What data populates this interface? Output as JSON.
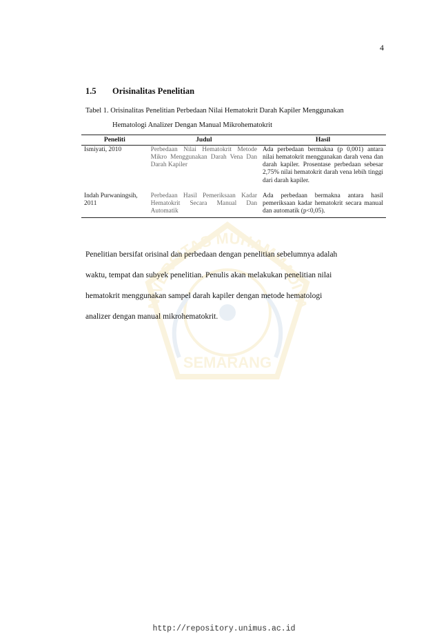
{
  "page": {
    "number": "4"
  },
  "section": {
    "number": "1.5",
    "title": "Orisinalitas Penelitian"
  },
  "table_caption": {
    "line1": "Tabel 1. Orisinalitas Penelitian Perbedaan Nilai Hematokrit Darah Kapiler Menggunakan",
    "line2": "Hematologi Analizer Dengan Manual Mikrohematokrit"
  },
  "table": {
    "headers": [
      "Peneliti",
      "Judul",
      "Hasil"
    ],
    "rows": [
      {
        "peneliti": "Ismiyati, 2010",
        "judul": "Perbedaan Nilai Hematokrit Metode Mikro Menggunakan Darah Vena Dan Darah Kapiler",
        "hasil": "Ada perbedaan bermakna (p 0,001) antara nilai hematokrit menggunakan darah vena dan darah kapiler. Prosentase perbedaan sebesar 2,75% nilai hematokrit darah vena lebih tinggi dari darah kapiler."
      },
      {
        "peneliti": "Indah Purwaningsih, 2011",
        "judul": "Perbedaan Hasil Pemeriksaan Kadar Hematokrit Secara Manual Dan Automatik",
        "hasil": "Ada perbedaan bermakna antara hasil pemeriksaan kadar hematokrit secara manual dan automatik (p<0,05)."
      }
    ]
  },
  "paragraph_lines": [
    "Penelitian bersifat orisinal dan perbedaan dengan penelitian sebelumnya adalah",
    "waktu, tempat dan subyek penelitian. Penulis akan melakukan penelitian nilai",
    "hematokrit menggunakan sampel darah kapiler dengan metode hematologi",
    "analizer dengan manual mikrohematokrit."
  ],
  "watermark": {
    "top_text": "UNIVERSITAS MUHAMMADIYAH",
    "bottom_text": "SEMARANG",
    "color": "#e2b93b"
  },
  "footer": {
    "url": "http://repository.unimus.ac.id"
  }
}
